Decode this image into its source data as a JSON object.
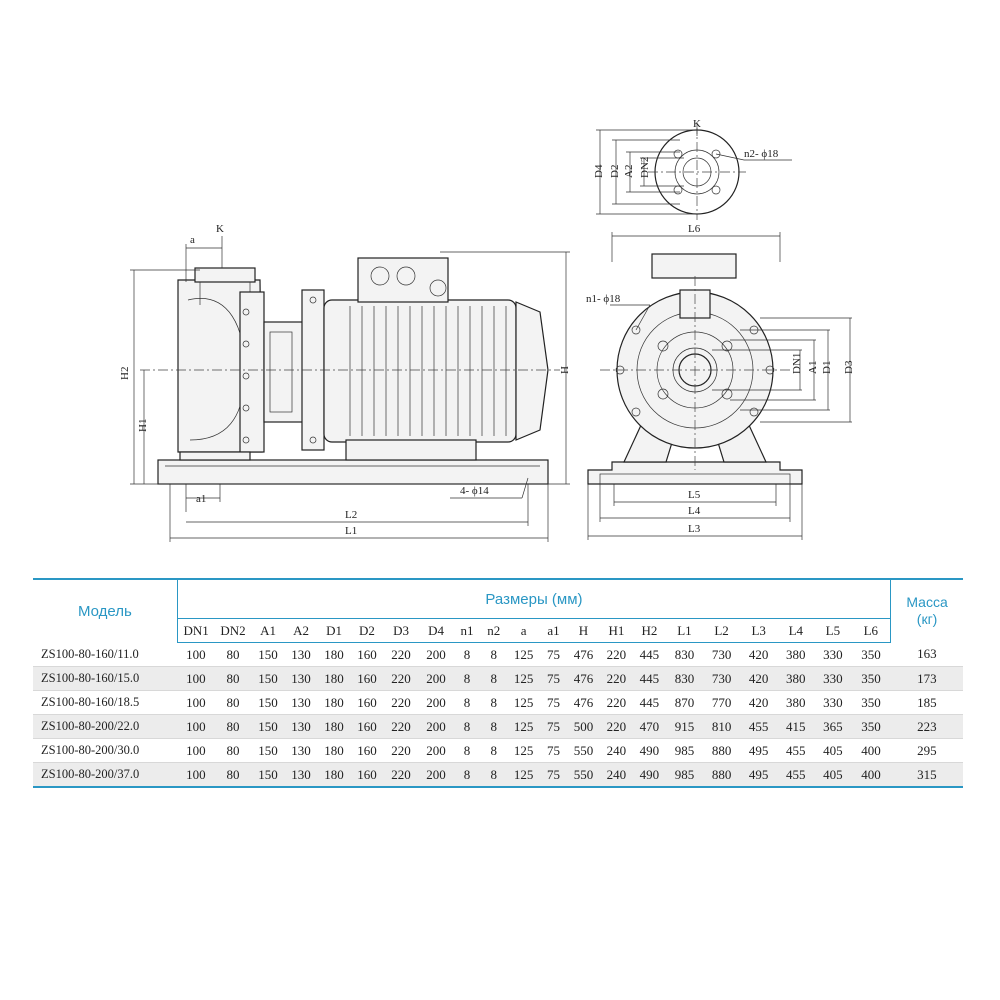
{
  "drawing": {
    "side_view": {
      "labels": [
        "a",
        "K",
        "H2",
        "H1",
        "H",
        "a1",
        "4- ϕ14",
        "L2",
        "L1"
      ]
    },
    "front_view": {
      "labels": [
        "L6",
        "n1- ϕ18",
        "DN1",
        "A1",
        "D1",
        "D3",
        "L5",
        "L4",
        "L3"
      ]
    },
    "flange_view": {
      "labels": [
        "K",
        "n2- ϕ18",
        "D4",
        "D2",
        "A2",
        "DN2"
      ]
    }
  },
  "table": {
    "model_header": "Модель",
    "dims_header": "Размеры (мм)",
    "mass_header_line1": "Масса",
    "mass_header_line2": "(кг)",
    "columns": [
      "DN1",
      "DN2",
      "A1",
      "A2",
      "D1",
      "D2",
      "D3",
      "D4",
      "n1",
      "n2",
      "a",
      "a1",
      "H",
      "H1",
      "H2",
      "L1",
      "L2",
      "L3",
      "L4",
      "L5",
      "L6"
    ],
    "rows": [
      {
        "model": "ZS100-80-160/11.0",
        "values": [
          "100",
          "80",
          "150",
          "130",
          "180",
          "160",
          "220",
          "200",
          "8",
          "8",
          "125",
          "75",
          "476",
          "220",
          "445",
          "830",
          "730",
          "420",
          "380",
          "330",
          "350"
        ],
        "mass": "163"
      },
      {
        "model": "ZS100-80-160/15.0",
        "values": [
          "100",
          "80",
          "150",
          "130",
          "180",
          "160",
          "220",
          "200",
          "8",
          "8",
          "125",
          "75",
          "476",
          "220",
          "445",
          "830",
          "730",
          "420",
          "380",
          "330",
          "350"
        ],
        "mass": "173"
      },
      {
        "model": "ZS100-80-160/18.5",
        "values": [
          "100",
          "80",
          "150",
          "130",
          "180",
          "160",
          "220",
          "200",
          "8",
          "8",
          "125",
          "75",
          "476",
          "220",
          "445",
          "870",
          "770",
          "420",
          "380",
          "330",
          "350"
        ],
        "mass": "185"
      },
      {
        "model": "ZS100-80-200/22.0",
        "values": [
          "100",
          "80",
          "150",
          "130",
          "180",
          "160",
          "220",
          "200",
          "8",
          "8",
          "125",
          "75",
          "500",
          "220",
          "470",
          "915",
          "810",
          "455",
          "415",
          "365",
          "350"
        ],
        "mass": "223"
      },
      {
        "model": "ZS100-80-200/30.0",
        "values": [
          "100",
          "80",
          "150",
          "130",
          "180",
          "160",
          "220",
          "200",
          "8",
          "8",
          "125",
          "75",
          "550",
          "240",
          "490",
          "985",
          "880",
          "495",
          "455",
          "405",
          "400"
        ],
        "mass": "295"
      },
      {
        "model": "ZS100-80-200/37.0",
        "values": [
          "100",
          "80",
          "150",
          "130",
          "180",
          "160",
          "220",
          "200",
          "8",
          "8",
          "125",
          "75",
          "550",
          "240",
          "490",
          "985",
          "880",
          "495",
          "455",
          "405",
          "400"
        ],
        "mass": "315"
      }
    ]
  },
  "colors": {
    "accent": "#2a97c4",
    "row_alt": "#ececec",
    "line": "#222222"
  }
}
